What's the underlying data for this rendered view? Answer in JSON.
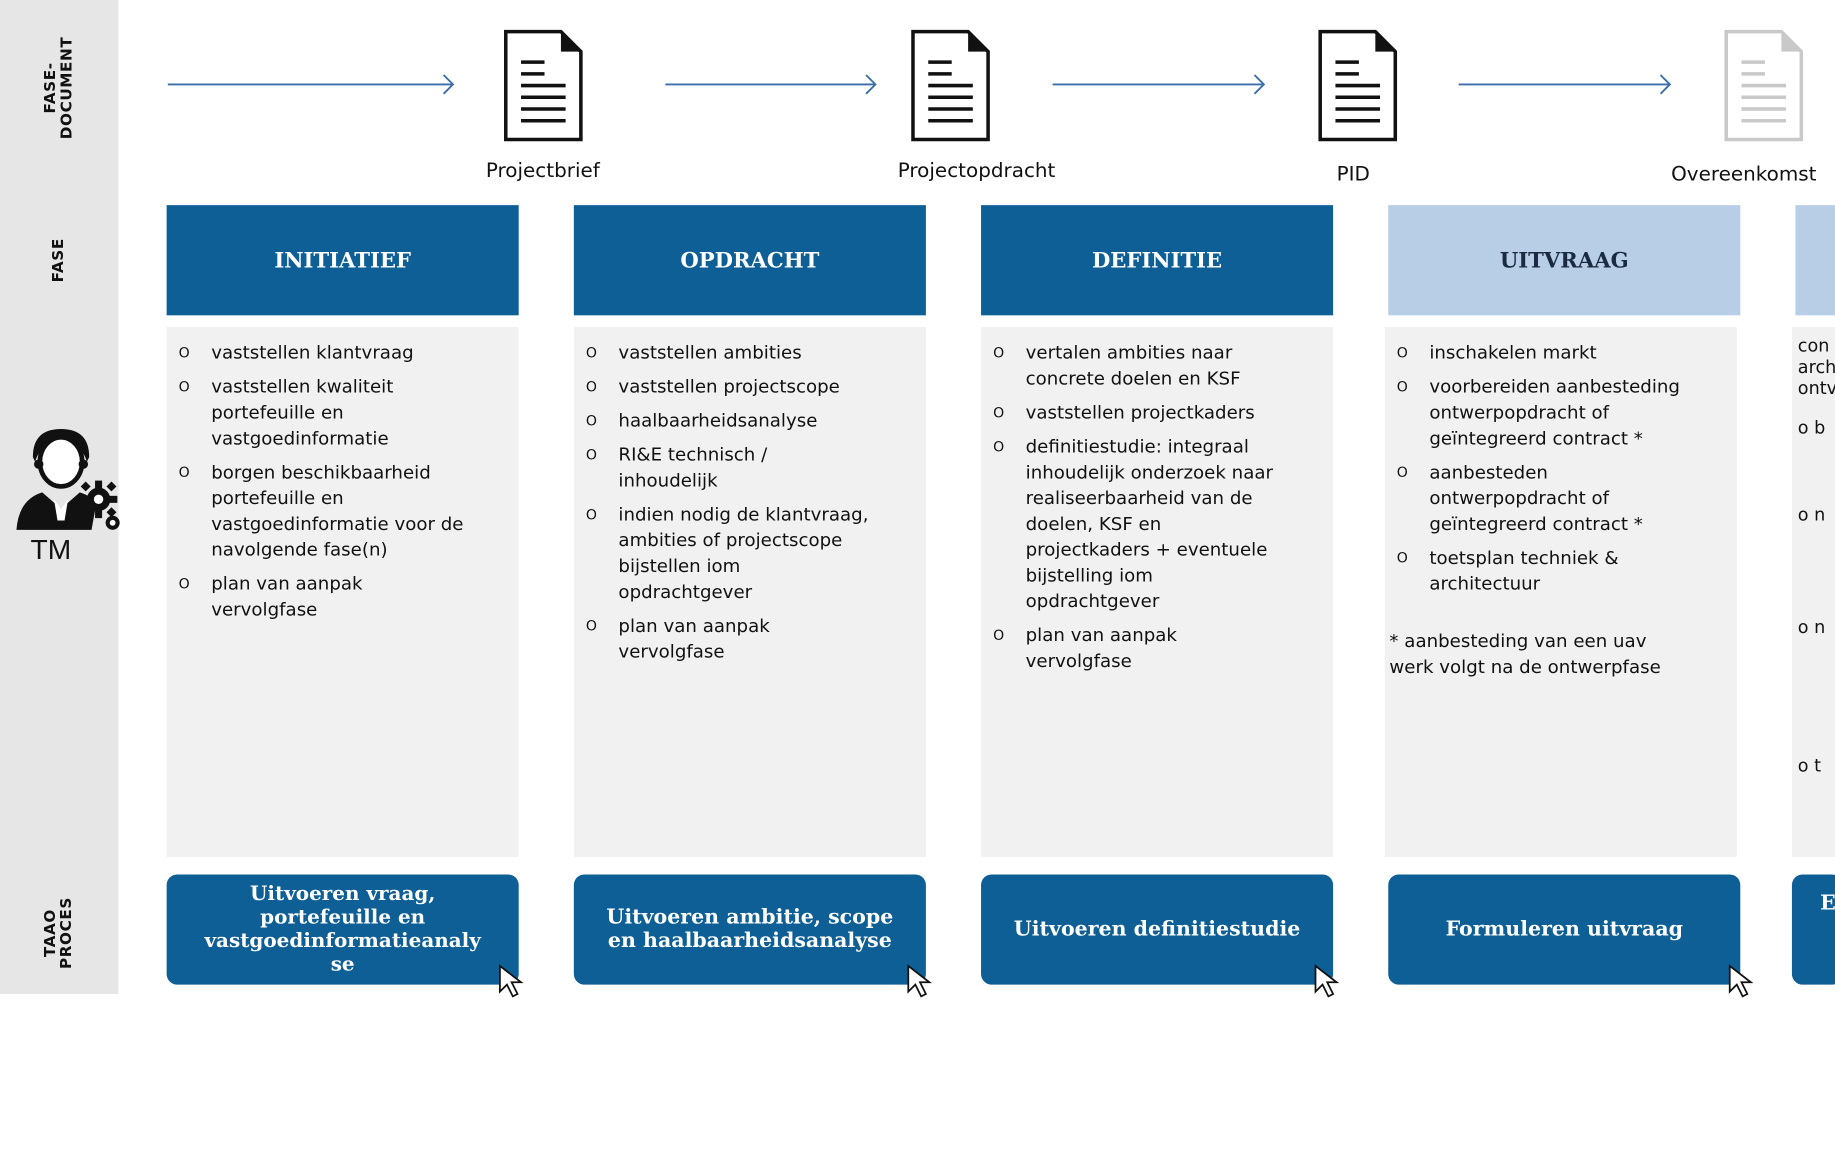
{
  "side_labels": {
    "fase_document": "FASE-\nDOCUMENT",
    "fase": "FASE",
    "taao_proces": "TAAO\nPROCES",
    "role": "TM"
  },
  "documents": [
    {
      "label": "Projectbrief",
      "icon": "document-icon"
    },
    {
      "label": "Projectopdracht",
      "icon": "document-icon"
    },
    {
      "label": "PID",
      "icon": "document-icon"
    },
    {
      "label": "Overeenkomst",
      "icon": "document-icon-faded"
    }
  ],
  "colors": {
    "phase_dark": "#0d5f96",
    "phase_light": "#b8cde6",
    "arrow": "#3b6ea8",
    "panel": "#f1f1f1",
    "side_strip": "#e6e6e6"
  },
  "phases": [
    {
      "title": "INITIATIEF",
      "style": "dark",
      "items": [
        "vaststellen klantvraag",
        "vaststellen kwaliteit\n  portefeuille en\n  vastgoedinformatie",
        "borgen beschikbaarheid\n  portefeuille en\n  vastgoedinformatie voor de\n  navolgende fase(n)",
        "plan van aanpak\n  vervolgfase"
      ],
      "note": "",
      "process": "Uitvoeren vraag,\nportefeuille en\nvastgoedinformatieanaly\nse"
    },
    {
      "title": "OPDRACHT",
      "style": "dark",
      "items": [
        "vaststellen ambities",
        "vaststellen projectscope",
        "haalbaarheidsanalyse",
        "RI&E technisch /\n  inhoudelijk",
        "indien nodig de klantvraag,\n  ambities of projectscope\n  bijstellen iom\n  opdrachtgever",
        "plan van aanpak\n  vervolgfase"
      ],
      "note": "",
      "process": "Uitvoeren ambitie, scope\nen haalbaarheidsanalyse"
    },
    {
      "title": "DEFINITIE",
      "style": "dark",
      "items": [
        "vertalen ambities naar\n  concrete doelen en KSF",
        "vaststellen projectkaders",
        "definitiestudie: integraal\n  inhoudelijk onderzoek naar\n  realiseerbaarheid van de\n  doelen, KSF en\n  projectkaders + eventuele\n  bijstelling iom\n  opdrachtgever",
        "plan van aanpak\n  vervolgfase"
      ],
      "note": "",
      "process": "Uitvoeren definitiestudie"
    },
    {
      "title": "UITVRAAG",
      "style": "light",
      "items": [
        "inschakelen markt",
        "voorbereiden aanbesteding\n  ontwerpopdracht of\n  geïntegreerd contract *",
        "aanbesteden\n  ontwerpopdracht of\n  geïntegreerd contract *",
        "toetsplan techniek &\n  architectuur"
      ],
      "note": "* aanbesteding van een uav\nwerk volgt na de ontwerpfase",
      "process": "Formuleren uitvraag"
    }
  ],
  "partial_column": {
    "fragments": [
      "con",
      "arch",
      "ontv",
      "o b",
      "o n",
      "o n",
      "o t"
    ],
    "process_fragment": "E"
  }
}
